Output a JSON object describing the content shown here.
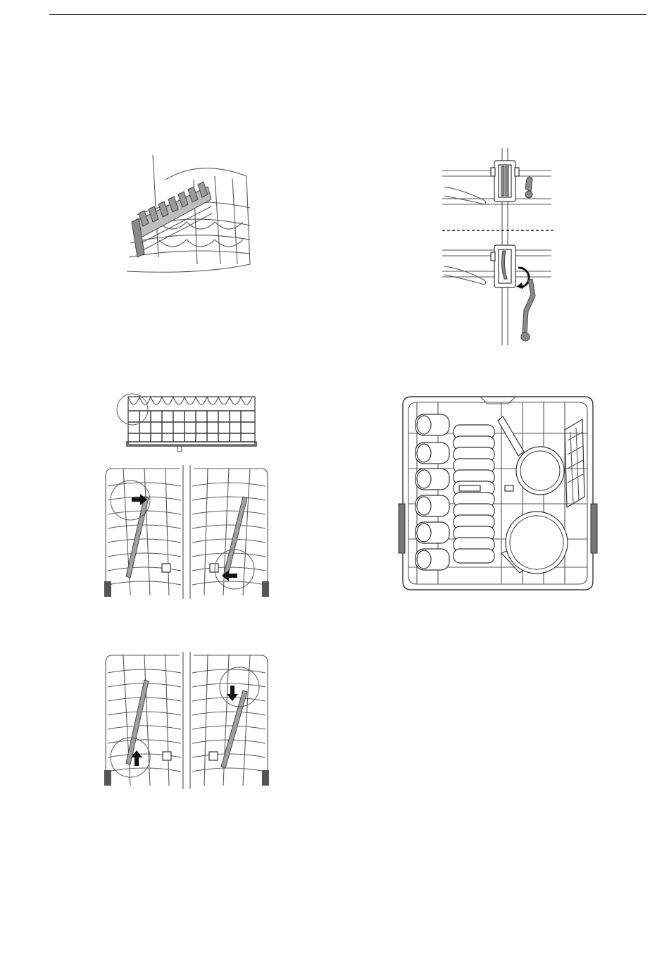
{
  "page": {
    "header_rule": "top-rule",
    "figures": [
      {
        "id": "fig-rack-shelf-perspective",
        "icon": "rack-shelf-illustration"
      },
      {
        "id": "fig-clip-detail",
        "icon": "tine-clip-illustration"
      },
      {
        "id": "fig-shelf-front",
        "icon": "folding-shelf-illustration"
      },
      {
        "id": "fig-rack-top-arrows-horizontal",
        "icon": "rack-top-view-illustration"
      },
      {
        "id": "fig-loaded-rack",
        "icon": "loaded-rack-illustration"
      },
      {
        "id": "fig-rack-top-arrows-vertical",
        "icon": "rack-top-view-illustration"
      }
    ]
  },
  "colors": {
    "line": "#555555",
    "dark": "#333333",
    "fill_gray": "#8a8a8a",
    "arrow": "#111111"
  }
}
